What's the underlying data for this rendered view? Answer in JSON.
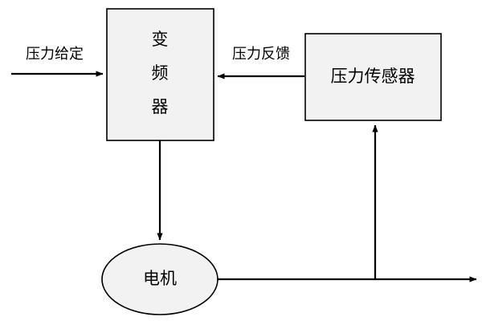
{
  "diagram": {
    "type": "block-diagram",
    "background_color": "#ffffff",
    "node_fill_color": "#f2f2f2",
    "stroke_color": "#000000",
    "nodes": [
      {
        "id": "inverter",
        "shape": "rectangle",
        "label_lines": [
          "变",
          "频",
          "器"
        ]
      },
      {
        "id": "pressure-sensor",
        "shape": "rectangle",
        "label_lines": [
          "压力传感器"
        ]
      },
      {
        "id": "motor",
        "shape": "ellipse",
        "label_lines": [
          "电机"
        ]
      }
    ],
    "edge_labels": [
      {
        "id": "pressure-setpoint",
        "text": "压力给定"
      },
      {
        "id": "pressure-feedback",
        "text": "压力反馈"
      }
    ]
  }
}
